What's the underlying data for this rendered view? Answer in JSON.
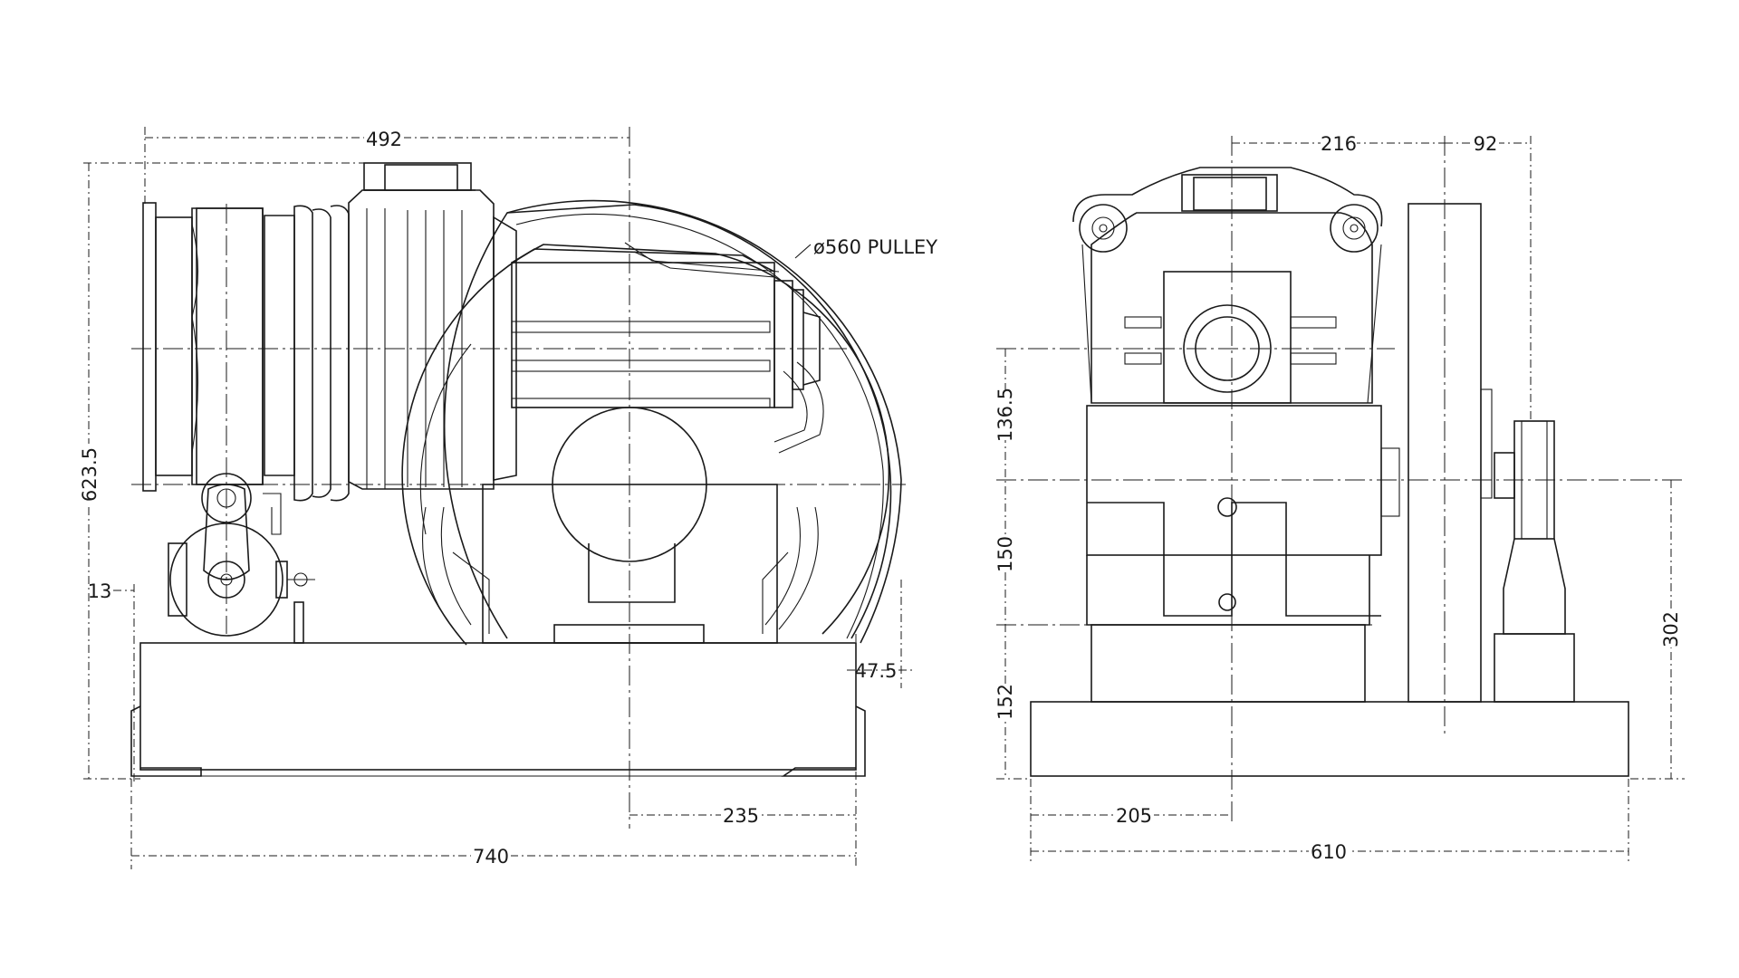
{
  "side_view": {
    "dim_overall_length": "740",
    "dim_top_length": "492",
    "dim_overall_height": "623.5",
    "dim_base_offset": "13",
    "dim_pulley_overhang": "47.5",
    "dim_pulley_to_end": "235",
    "pulley_label": "ø560 PULLEY"
  },
  "end_view": {
    "dim_top_center": "216",
    "dim_top_right": "92",
    "dim_upper_height": "136.5",
    "dim_mid_height": "150",
    "dim_base_height": "152",
    "dim_right_height": "302",
    "dim_bottom_left": "205",
    "dim_overall_width": "610"
  }
}
